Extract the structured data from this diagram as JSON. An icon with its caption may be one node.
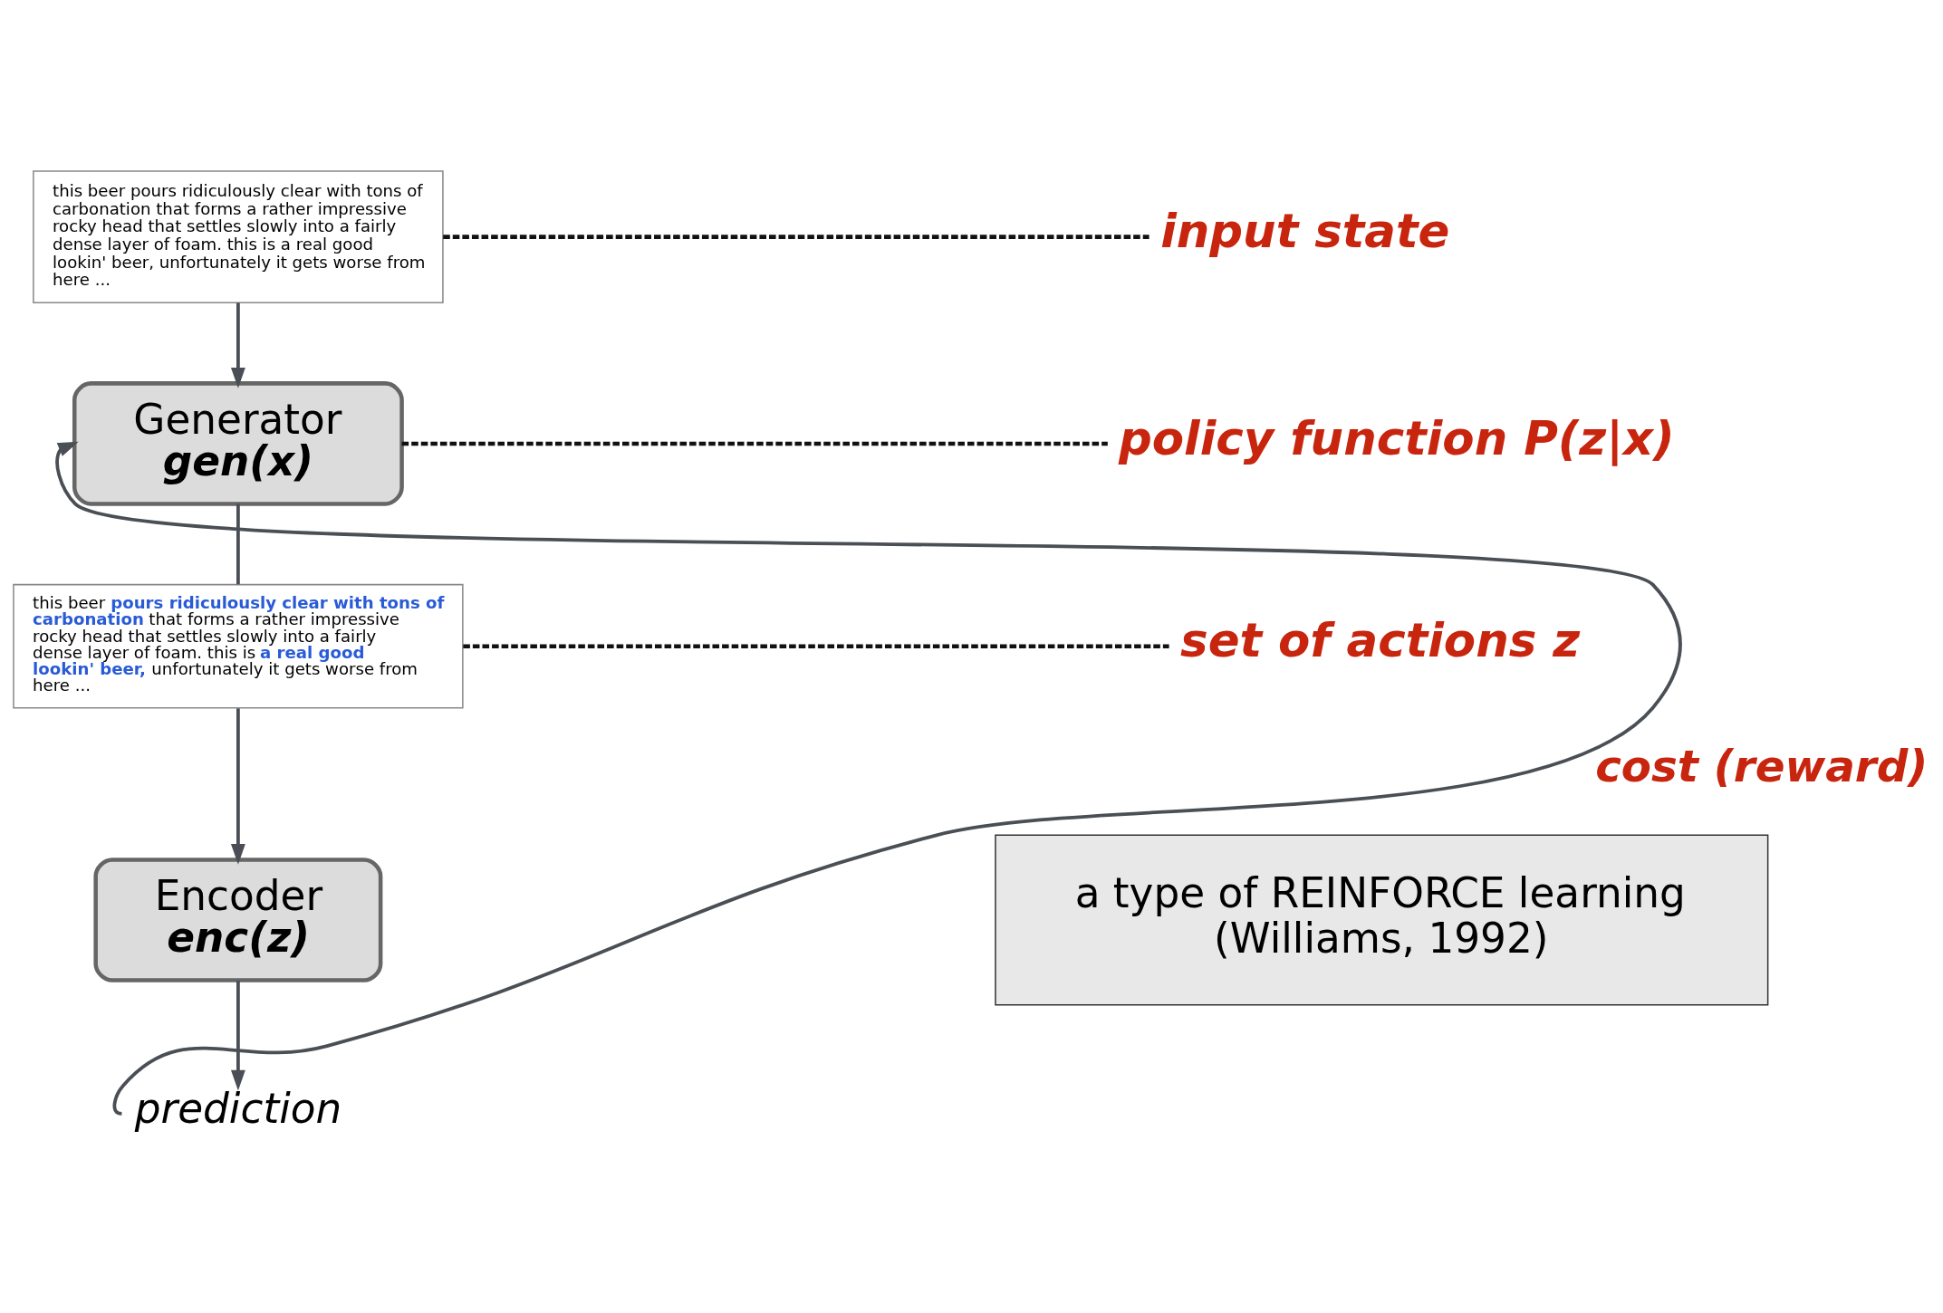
{
  "diagram": {
    "nodes": [
      {
        "text": [
          "this beer pours ridiculously clear with tons of carbonation that forms a rather impressive rocky head that settles slowly into a fairly dense layer of foam. this is a real good lookin' beer, unfortunately it gets worse from here ..."
        ]
      },
      {
        "text": [
          "Generator",
          "gen(x)"
        ]
      },
      {
        "text": [
          "this beer **pours ridiculously clear with tons of carbonation** that forms a rather impressive rocky head that settles slowly into a fairly dense layer of foam. this is **a real good lookin' beer,** unfortunately it gets worse from here ..."
        ]
      },
      {
        "text": [
          "Encoder",
          "enc(z)"
        ]
      },
      {
        "text": [
          "prediction"
        ]
      },
      {
        "text": [
          "input state"
        ]
      },
      {
        "text": [
          "policy function P(z|x)"
        ]
      },
      {
        "text": [
          "set of actions z"
        ]
      },
      {
        "text": [
          "a type of REINFORCE learning (Williams, 1992)"
        ]
      }
    ],
    "edges": [
      {
        "from": 0,
        "to": 1,
        "arrow": "to"
      },
      {
        "from": 1,
        "to": 2,
        "arrow": "none"
      },
      {
        "from": 2,
        "to": 3,
        "arrow": "to"
      },
      {
        "from": 3,
        "to": 4,
        "arrow": "to"
      },
      {
        "from": 4,
        "to": 1,
        "arrow": "to",
        "label": "cost (reward)"
      },
      {
        "from": 0,
        "to": 5,
        "arrow": "none",
        "style": "dashed",
        "color": "#111111"
      },
      {
        "from": 1,
        "to": 6,
        "arrow": "none",
        "style": "dashed",
        "color": "#111111"
      },
      {
        "from": 2,
        "to": 7,
        "arrow": "none",
        "style": "dashed",
        "color": "#111111"
      }
    ]
  }
}
